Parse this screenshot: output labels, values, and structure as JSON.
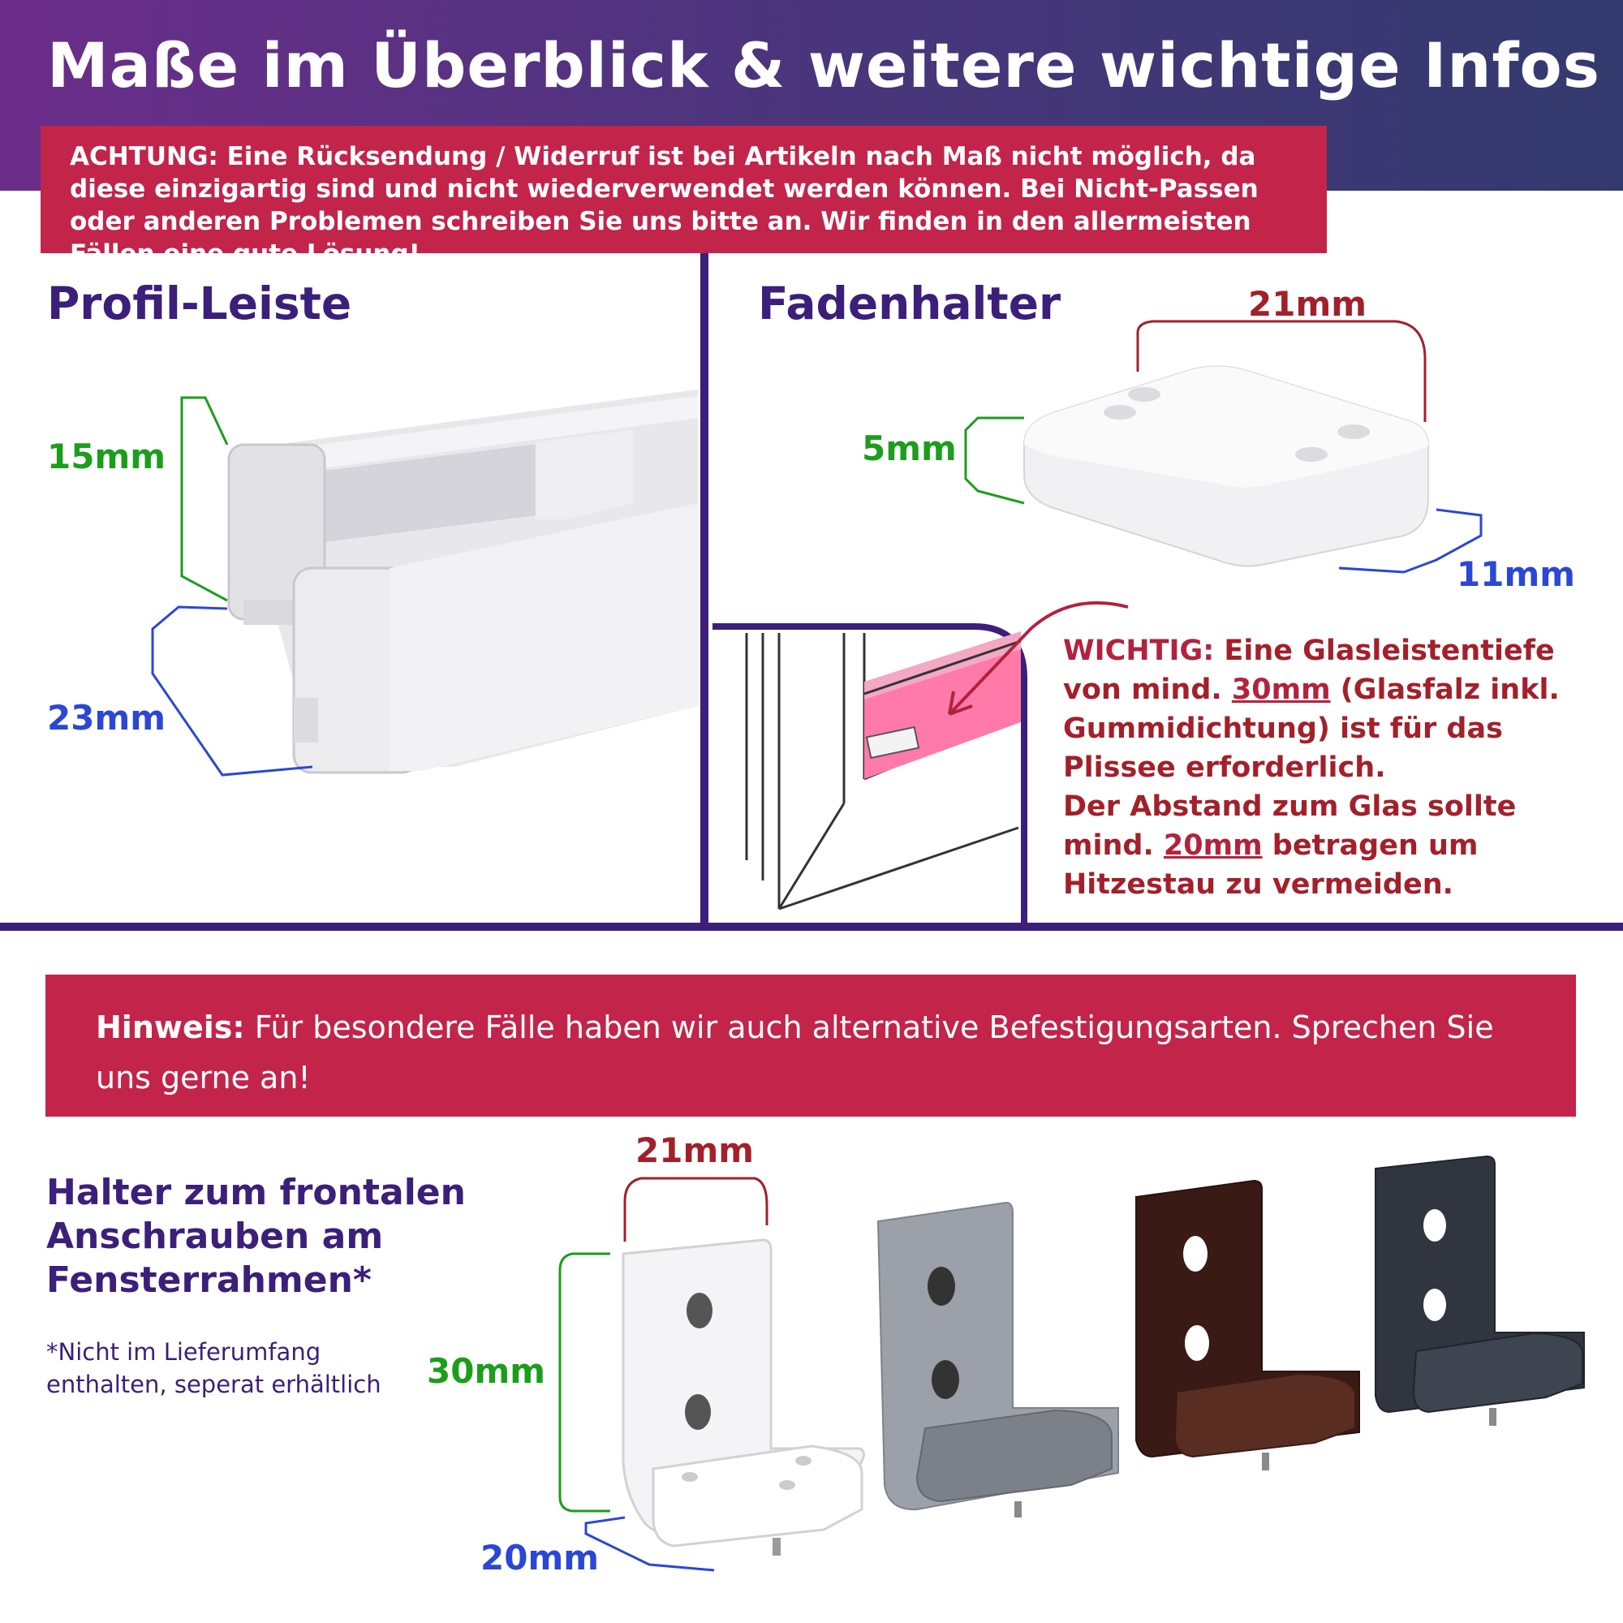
{
  "header": {
    "title": "Maße im Überblick & weitere wichtige Infos"
  },
  "warning": {
    "text": "ACHTUNG: Eine Rücksendung / Widerruf ist bei Artikeln nach Maß nicht möglich, da diese einzigartig sind und nicht wiederverwendet werden können. Bei Nicht-Passen oder anderen Problemen schreiben Sie uns bitte an. Wir finden in den allermeisten Fällen eine gute Lösung!"
  },
  "profile": {
    "title": "Profil-Leiste",
    "height": "15mm",
    "depth": "23mm"
  },
  "thread_holder": {
    "title": "Fadenhalter",
    "width": "21mm",
    "height": "5mm",
    "depth": "11mm"
  },
  "important": {
    "label": "WICHTIG:",
    "text1": " Eine Glasleistentiefe von mind. ",
    "value1": "30mm",
    "text2": " (Glasfalz inkl. Gummidichtung) ist für das Plissee erforderlich.",
    "text3": "Der Abstand zum Glas sollte mind. ",
    "value2": "20mm",
    "text4": " betragen um Hitzestau zu vermeiden."
  },
  "hint": {
    "label": "Hinweis:",
    "text": " Für besondere Fälle haben wir auch alternative Befestigungsarten. Sprechen Sie uns gerne an!"
  },
  "frontal": {
    "title": "Halter zum frontalen Anschrauben am Fensterrahmen*",
    "footnote": "*Nicht im Lieferumfang enthalten, seperat erhältlich",
    "width": "21mm",
    "height": "30mm",
    "depth": "20mm"
  },
  "colors": {
    "accent": "#c3244a",
    "purple": "#3b1f7a",
    "green": "#1b9e1b",
    "blue": "#2b47d6",
    "dark_red": "#a3202a"
  }
}
